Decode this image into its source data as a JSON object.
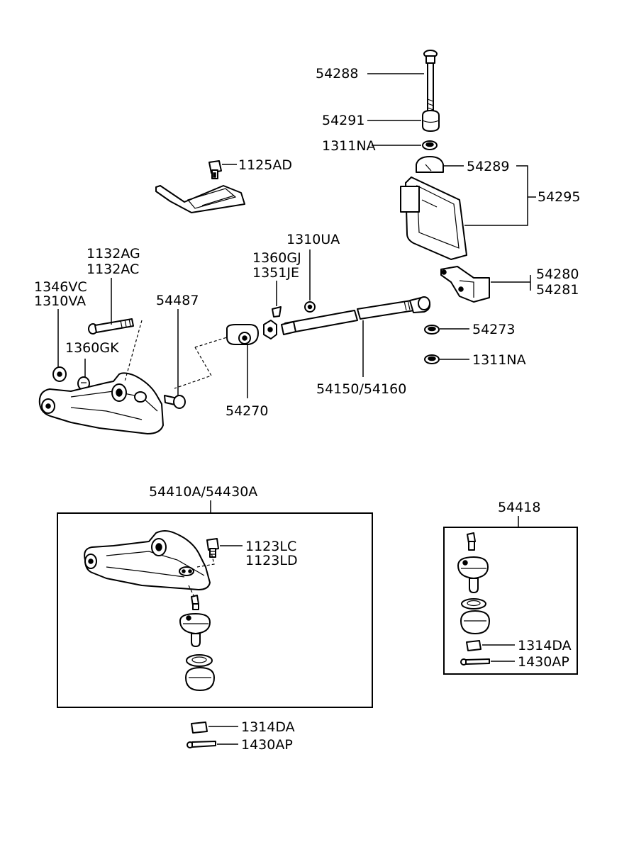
{
  "labels": {
    "p54288": "54288",
    "p54291": "54291",
    "p1311na_top": "1311NA",
    "p1125ad": "1125AD",
    "p54289": "54289",
    "p54295": "54295",
    "p1310ua": "1310UA",
    "p1360gj": "1360GJ",
    "p1351je": "1351JE",
    "p1132ag": "1132AG",
    "p1132ac": "1132AC",
    "p1346vc": "1346VC",
    "p1310va": "1310VA",
    "p54487": "54487",
    "p54280": "54280",
    "p54281": "54281",
    "p54273": "54273",
    "p1311na_mid": "1311NA",
    "p1360gk": "1360GK",
    "p54150": "54150/54160",
    "p54270": "54270",
    "p54410a": "54410A/54430A",
    "p1123lc": "1123LC",
    "p1123ld": "1123LD",
    "p54418": "54418",
    "p1314da_right": "1314DA",
    "p1430ap_right": "1430AP",
    "p1314da_bottom": "1314DA",
    "p1430ap_bottom": "1430AP"
  }
}
